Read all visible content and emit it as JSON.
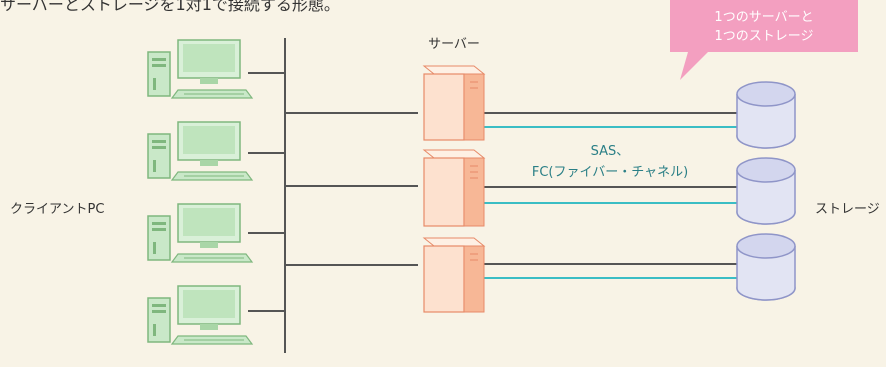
{
  "caption": "サーバーとストレージを1対1で接続する形態。",
  "labels": {
    "client": "クライアントPC",
    "server": "サーバー",
    "storage": "ストレージ",
    "sas": "SAS、",
    "fc": "FC(ファイバー・チャネル)"
  },
  "callout": {
    "line1": "1つのサーバーと",
    "line2": "1つのストレージ"
  },
  "counts": {
    "clients": 4,
    "servers": 3,
    "storages": 3
  },
  "colors": {
    "background": "#f8f3e6",
    "line": "#555555",
    "link": "#3bbdc4",
    "callout": "#f39fc0",
    "callout_text": "#ffffff",
    "label_text": "#2a7f86",
    "pc_body": "#c9e8c8",
    "pc_edge": "#7fb77e",
    "server_body": "#fde1cf",
    "server_edge": "#e78a68",
    "storage_body": "#e2e4f3",
    "storage_edge": "#8f95c8"
  }
}
